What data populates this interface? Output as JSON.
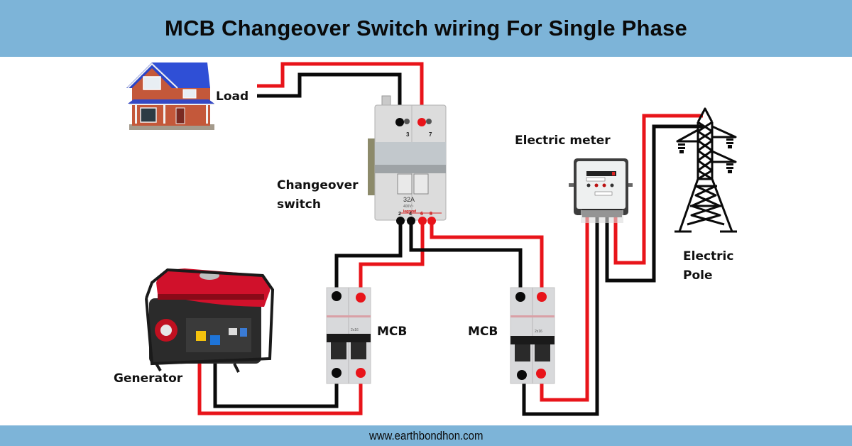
{
  "header": {
    "title": "MCB Changeover Switch wiring For Single Phase"
  },
  "footer": {
    "website": "www.earthbondhon.com"
  },
  "colors": {
    "banner": "#7db4d8",
    "live_wire": "#e8141a",
    "neutral_wire": "#0a0a0a",
    "device_grey": "#d8d9db"
  },
  "labels": {
    "load": "Load",
    "changeover_line1": "Changeover",
    "changeover_line2": "switch",
    "electric_meter": "Electric meter",
    "pole_line1": "Electric",
    "pole_line2": "Pole",
    "mcb_left": "MCB",
    "mcb_right": "MCB",
    "generator": "Generator"
  },
  "changeover_switch": {
    "rating": "32A",
    "voltage": "400V~",
    "brand": "legrand",
    "top_terminals": [
      "3",
      "7"
    ],
    "bottom_terminals": [
      "2",
      "4",
      "6",
      "8"
    ]
  },
  "mcb": {
    "rating_text": "2x16"
  }
}
